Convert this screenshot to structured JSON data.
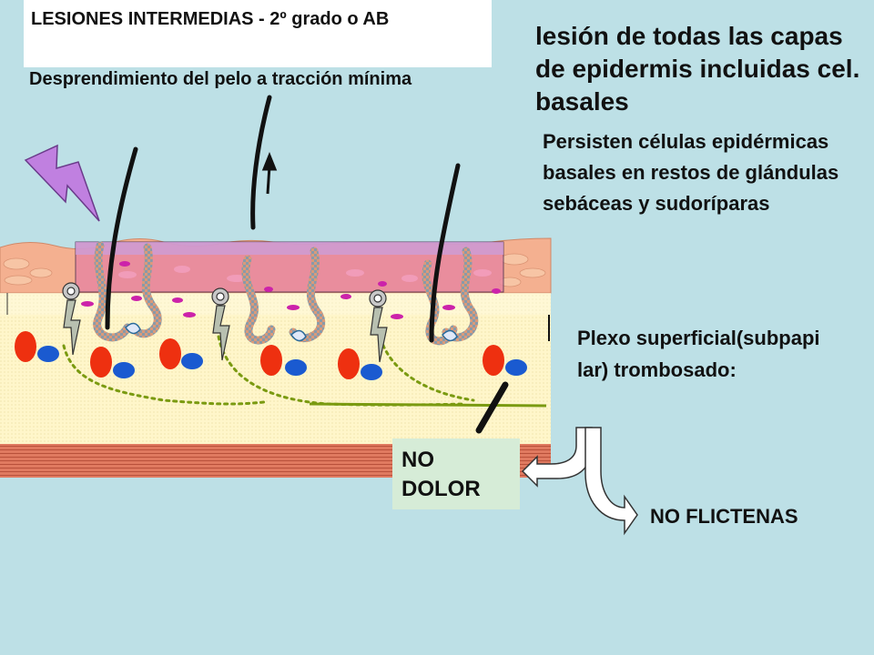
{
  "title": "LESIONES INTERMEDIAS  -  2º grado o AB",
  "hair_caption": "Desprendimiento del pelo a tracción mínima",
  "lesion_caption": "lesión de todas las capas de epidermis incluidas cel. basales",
  "persist_caption": "Persisten células epidérmicas basales en restos de glándulas sebáceas y sudoríparas",
  "plexo_caption": "Plexo superficial(subpapi lar) trombosado:",
  "no_dolor_label": "NO DOLOR",
  "no_flictenas_label": "NO FLICTENAS",
  "colors": {
    "background": "#bde0e6",
    "dermis": "#fff8d0",
    "epidermis": "#f0a080",
    "burn_zone": "#c8a0e0",
    "lightning": "#c080e0",
    "hypodermis": "#e0705a",
    "plexus_dots": "#7a9a10"
  }
}
